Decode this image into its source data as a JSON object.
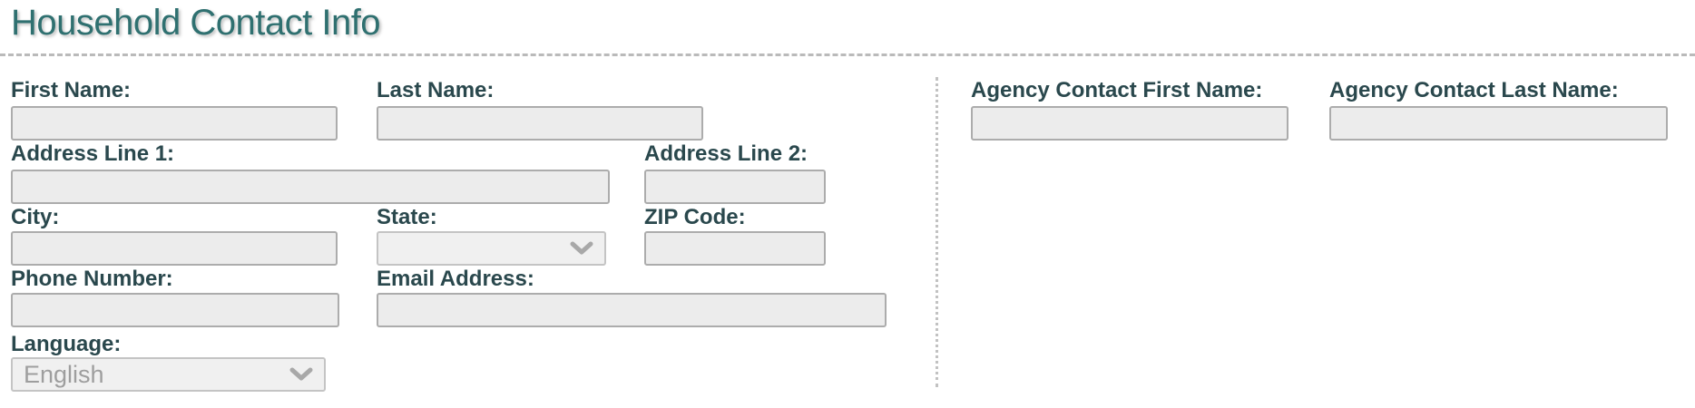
{
  "page": {
    "title": "Household Contact Info"
  },
  "colors": {
    "title_text": "#2F7070",
    "label_text": "#2A484D",
    "input_background": "#ECECEC",
    "input_border": "#ACACAC",
    "select_background": "#F0F0F0",
    "select_border": "#C4C4C4",
    "select_value_text": "#9E9E9E",
    "divider": "#BABABA",
    "chevron": "#A8A8A8"
  },
  "icons": {
    "select_chevron": "chevron-down-icon"
  },
  "form": {
    "household": {
      "first_name": {
        "label": "First Name:",
        "value": ""
      },
      "last_name": {
        "label": "Last Name:",
        "value": ""
      },
      "address1": {
        "label": "Address Line 1:",
        "value": ""
      },
      "address2": {
        "label": "Address Line 2:",
        "value": ""
      },
      "city": {
        "label": "City:",
        "value": ""
      },
      "state": {
        "label": "State:",
        "value": ""
      },
      "zip": {
        "label": "ZIP Code:",
        "value": ""
      },
      "phone": {
        "label": "Phone Number:",
        "value": ""
      },
      "email": {
        "label": "Email Address:",
        "value": ""
      },
      "language": {
        "label": "Language:",
        "value": "English"
      }
    },
    "agency": {
      "first_name": {
        "label": "Agency Contact First Name:",
        "value": ""
      },
      "last_name": {
        "label": "Agency Contact Last Name:",
        "value": ""
      }
    }
  }
}
